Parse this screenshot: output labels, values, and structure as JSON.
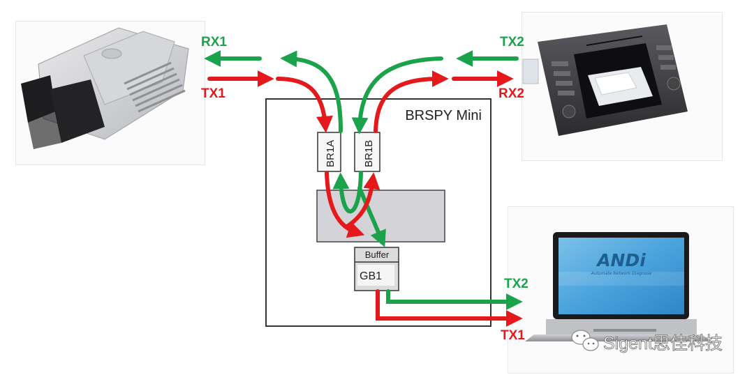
{
  "colors": {
    "rx_green": "#1aa34a",
    "tx_red": "#e5191b",
    "box_border": "#333333",
    "inner_block": "#d4d4d8"
  },
  "devices": {
    "ecu": {
      "name": "ECU module",
      "icon": "ecu-icon"
    },
    "radio": {
      "name": "Car head unit",
      "icon": "car-radio-icon"
    },
    "laptop": {
      "name": "Laptop",
      "icon": "laptop-icon",
      "screen_logo": "ANDi",
      "screen_tagline": "Automate Network Diagnose"
    }
  },
  "labels": {
    "rx1": "RX1",
    "tx1_left": "TX1",
    "tx2_right": "TX2",
    "rx2": "RX2",
    "tx2_laptop": "TX2",
    "tx1_laptop": "TX1"
  },
  "box": {
    "title": "BRSPY Mini",
    "br1a": "BR1A",
    "br1b": "BR1B",
    "buffer": "Buffer",
    "gb1": "GB1"
  },
  "watermark": {
    "text": "Sigent思佳科技",
    "icon": "wechat-icon"
  }
}
